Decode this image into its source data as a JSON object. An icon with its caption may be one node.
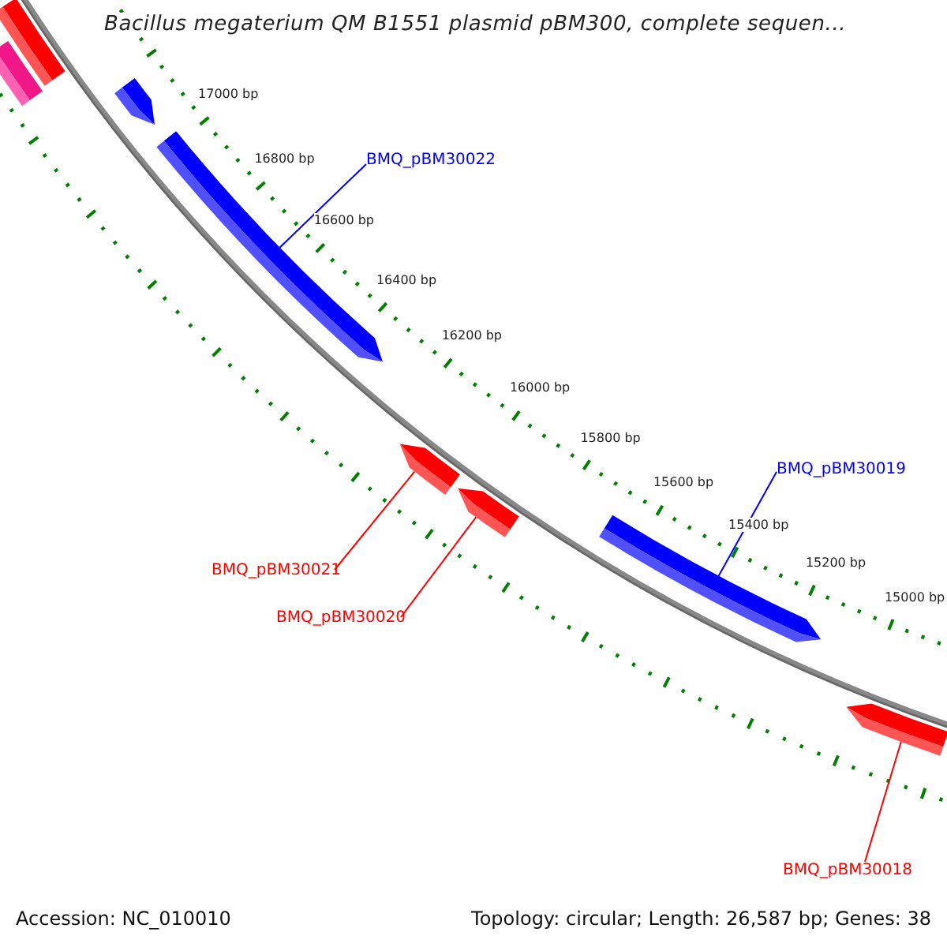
{
  "diagram": {
    "title": "Bacillus megaterium QM B1551 plasmid pBM300, complete sequen...",
    "nodes": [
      {
        "text": [],
        "shape": "bar"
      },
      {
        "text": [],
        "shape": "bar"
      },
      {
        "text": [],
        "shape": "bar"
      },
      {
        "text": [],
        "shape": "bar"
      },
      {
        "text": [],
        "shape": "bar"
      },
      {
        "text": [],
        "shape": "bar"
      },
      {
        "text": [],
        "shape": "bar"
      },
      {
        "text": [],
        "shape": "bar"
      },
      {
        "text": [
          "BMQ_pBM30022"
        ]
      },
      {
        "text": [
          "BMQ_pBM30019"
        ]
      },
      {
        "text": [
          "BMQ_pBM30021"
        ]
      },
      {
        "text": [
          "BMQ_pBM30020"
        ]
      },
      {
        "text": [
          "BMQ_pBM30018"
        ]
      }
    ],
    "edges": [
      {
        "from": 8,
        "to": 3,
        "arrow": "none",
        "color": "#0000ff"
      },
      {
        "from": 9,
        "to": 6,
        "arrow": "none",
        "color": "#0000ff"
      },
      {
        "from": 10,
        "to": 4,
        "arrow": "none"
      },
      {
        "from": 11,
        "to": 5,
        "arrow": "none"
      },
      {
        "from": 12,
        "to": 7,
        "arrow": "none"
      }
    ],
    "labels": [
      "17000 bp",
      "16800 bp",
      "16600 bp",
      "16400 bp",
      "16200 bp",
      "16000 bp",
      "15800 bp",
      "15600 bp",
      "15400 bp",
      "15200 bp",
      "15000 bp",
      "Accession: NC_010010",
      "Topology: circular; Length: 26,587 bp; Genes: 38"
    ]
  }
}
